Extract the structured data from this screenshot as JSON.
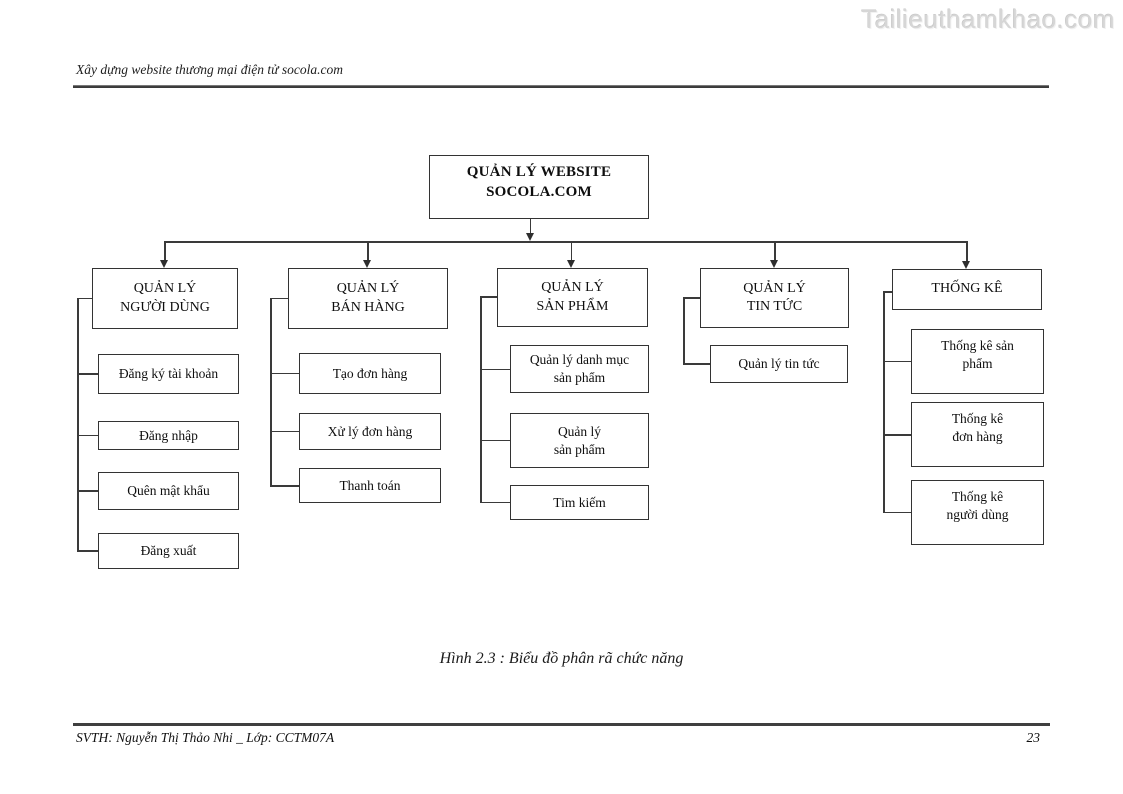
{
  "watermark": "Tailieuthamkhao.com",
  "header": {
    "title": "Xây dựng website thương mại điện tử  socola.com"
  },
  "diagram": {
    "root": "QUẢN LÝ WEBSITE\nSOCOLA.COM",
    "branches": [
      {
        "title": "QUẢN LÝ\nNGƯỜI DÙNG",
        "children": [
          "Đăng ký tài khoản",
          "Đăng nhập",
          "Quên mật khẩu",
          "Đăng xuất"
        ]
      },
      {
        "title": "QUẢN LÝ\nBÁN HÀNG",
        "children": [
          "Tạo đơn hàng",
          "Xử lý đơn hàng",
          "Thanh toán"
        ]
      },
      {
        "title": "QUẢN LÝ\nSẢN PHẨM",
        "children": [
          "Quản lý danh mục\nsản phẩm",
          "Quản lý\nsản phẩm",
          "Tim kiếm"
        ]
      },
      {
        "title": "QUẢN LÝ\nTIN TỨC",
        "children": [
          "Quản lý tin tức"
        ]
      },
      {
        "title": "THỐNG KÊ",
        "children": [
          "Thống kê sản\nphẩm",
          "Thống kê\nđơn hàng",
          "Thống kê\nngười dùng"
        ]
      }
    ]
  },
  "caption": "Hình 2.3 : Biểu đồ phân rã chức năng",
  "footer": {
    "author": "SVTH: Nguyễn Thị Thảo Nhi _ Lớp: CCTM07A",
    "page": "23"
  }
}
